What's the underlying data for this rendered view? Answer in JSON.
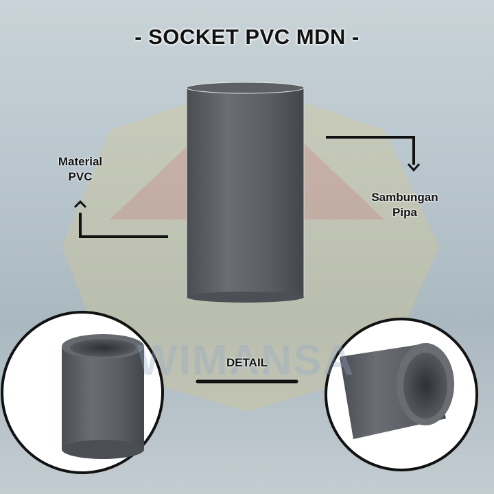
{
  "title": "- SOCKET PVC MDN -",
  "labels": {
    "material": [
      "Material",
      "PVC"
    ],
    "connection": [
      "Sambungan",
      "Pipa"
    ],
    "detail": "DETAIL"
  },
  "watermark": "WIMANSA",
  "colors": {
    "pipe": "#5d6066",
    "line": "#111111",
    "text": "#111111"
  }
}
